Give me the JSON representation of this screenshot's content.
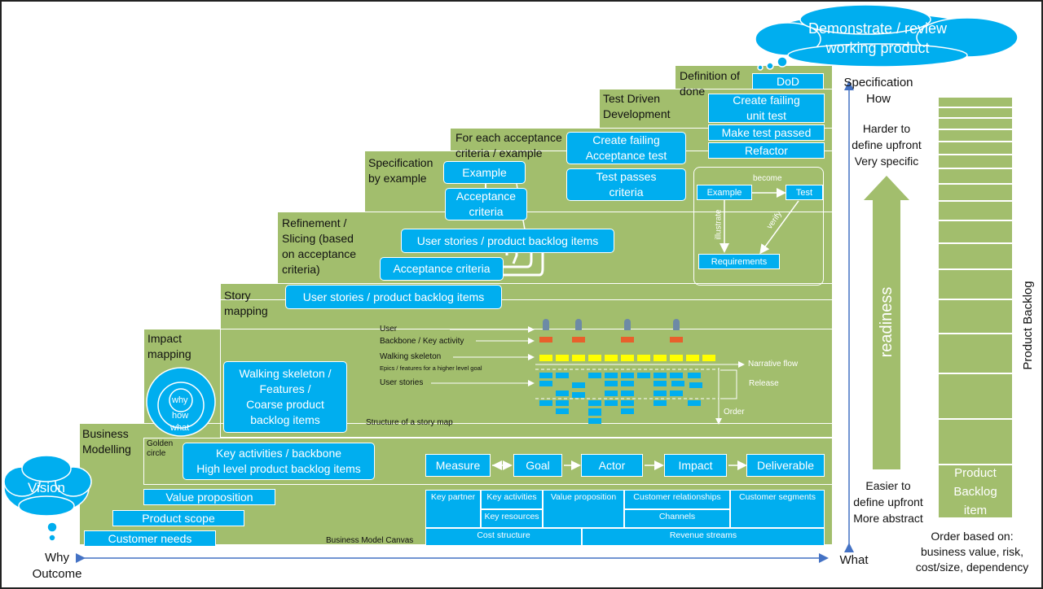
{
  "steps": {
    "business_modelling": "Business\nModelling",
    "impact_mapping": "Impact\nmapping",
    "story_mapping": "Story\nmapping",
    "refinement": "Refinement /\nSlicing (based\non acceptance\ncriteria)",
    "specification_by_example": "Specification\nby example",
    "for_each_acceptance": "For each acceptance\ncriteria / example",
    "tdd": "Test Driven\nDevelopment",
    "definition_of_done": "Definition of\ndone"
  },
  "clouds": {
    "vision": "Vision",
    "demonstrate": "Demonstrate / review\nworking product"
  },
  "business_modelling": {
    "value_proposition": "Value proposition",
    "product_scope": "Product scope",
    "customer_needs": "Customer needs"
  },
  "bmc": {
    "key_partner": "Key partner",
    "key_activities": "Key activities",
    "key_resources": "Key resources",
    "value_proposition": "Value proposition",
    "customer_relationships": "Customer relationships",
    "channels": "Channels",
    "customer_segments": "Customer segments",
    "cost_structure": "Cost structure",
    "revenue_streams": "Revenue streams",
    "caption": "Business Model Canvas"
  },
  "impact": {
    "golden_circle": {
      "why": "why",
      "how": "how",
      "what": "what",
      "caption": "Golden\ncircle"
    },
    "key_activities": "Key activities / backbone\nHigh level product backlog items",
    "chain": [
      "Measure",
      "Goal",
      "Actor",
      "Impact",
      "Deliverable"
    ]
  },
  "story_map": {
    "walking_skeleton_box": "Walking skeleton /\nFeatures /\nCoarse product\nbacklog items",
    "labels": {
      "user": "User",
      "backbone": "Backbone / Key activity",
      "walking_skeleton": "Walking skeleton",
      "epics": "Epics / features for a higher level goal",
      "user_stories": "User stories",
      "narrative_flow": "Narrative flow",
      "release": "Release",
      "order": "Order",
      "caption": "Structure of a story map"
    }
  },
  "refinement": {
    "user_stories_low": "User stories / product backlog items",
    "acceptance_criteria": "Acceptance criteria",
    "user_stories_high": "User stories / product backlog items"
  },
  "sbe": {
    "example": "Example",
    "acceptance_criteria": "Acceptance\ncriteria"
  },
  "tdd": {
    "create_failing_acceptance": "Create failing\nAcceptance test",
    "test_passes": "Test passes\ncriteria",
    "create_failing_unit": "Create failing\nunit test",
    "make_test_passed": "Make test passed",
    "refactor": "Refactor",
    "dod": "DoD"
  },
  "triangle": {
    "example": "Example",
    "test": "Test",
    "requirements": "Requirements",
    "become": "become",
    "illustrate": "illustrate",
    "verify": "verify"
  },
  "axes": {
    "why_outcome": "Why\nOutcome",
    "what": "What",
    "specification_how": "Specification\nHow"
  },
  "readiness": {
    "harder": "Harder to\ndefine upfront\nVery specific",
    "readiness": "readiness",
    "easier": "Easier to\ndefine upfront\nMore abstract"
  },
  "backlog": {
    "title": "Product Backlog",
    "item": "Product\nBacklog\nitem",
    "order_based_on": "Order based on:\nbusiness value, risk,\ncost/size, dependency"
  },
  "colors": {
    "green": "#a2be6d",
    "blue": "#00aeef",
    "axis": "#4472c4",
    "orange": "#e8602c",
    "yellow": "#ffff00"
  }
}
